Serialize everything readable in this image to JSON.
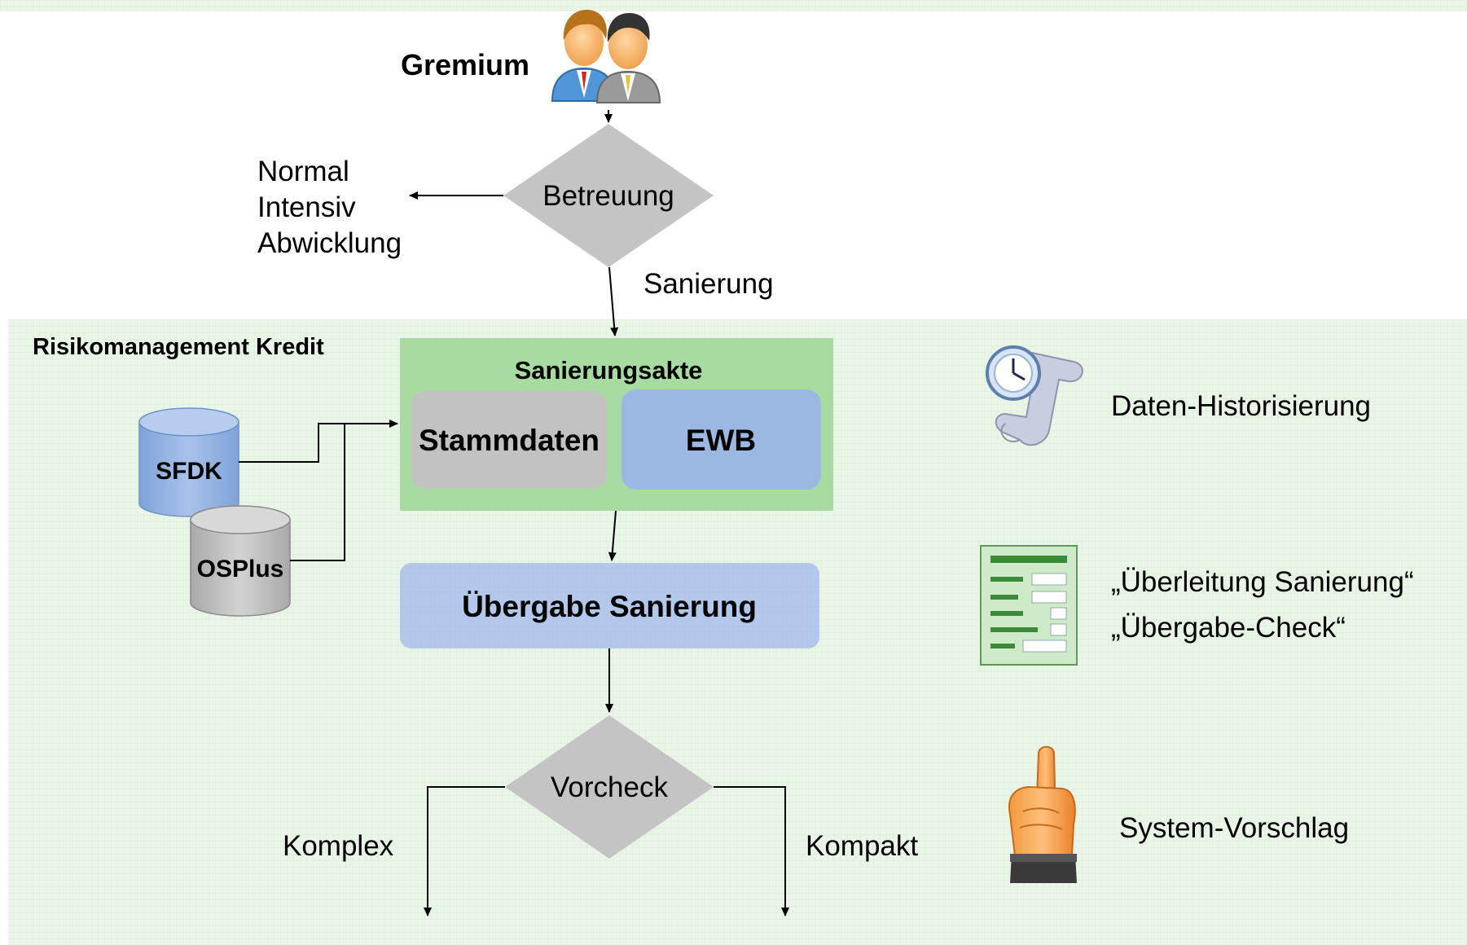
{
  "gremium": {
    "label": "Gremium",
    "icon": "people-icon"
  },
  "betreuung": {
    "label": "Betreuung",
    "options": [
      "Normal",
      "Intensiv",
      "Abwicklung"
    ],
    "branch_label": "Sanierung"
  },
  "region": {
    "label": "Risikomanagement Kredit"
  },
  "sanierungsakte": {
    "title": "Sanierungsakte",
    "stammdaten": "Stammdaten",
    "ewb": "EWB"
  },
  "sources": [
    "SFDK",
    "OSPlus"
  ],
  "uebergabe": {
    "label": "Übergabe Sanierung"
  },
  "vorcheck": {
    "label": "Vorcheck",
    "left_label": "Komplex",
    "right_label": "Kompakt"
  },
  "features": {
    "historisierung": {
      "label": "Daten-Historisierung",
      "icon": "scroll-clock-icon"
    },
    "check": {
      "line1": "„Überleitung Sanierung“",
      "line2": "„Übergabe-Check“",
      "icon": "form-icon"
    },
    "vorschlag": {
      "label": "System-Vorschlag",
      "icon": "pointing-hand-icon"
    }
  },
  "colors": {
    "background_green": "#e9f5e6",
    "akte_green": "#a8dba1",
    "diamond_gray": "#c4c4c4",
    "box_gray": "#c2c2c2",
    "ewb_blue": "#9bb8e2",
    "uebergabe_blue": "#b3c9ec"
  }
}
